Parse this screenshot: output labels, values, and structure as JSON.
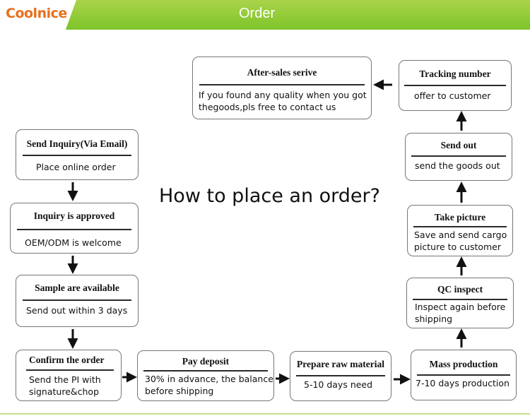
{
  "header": {
    "logo": "Coolnice",
    "title": "Order"
  },
  "headline": "How to place an order?",
  "steps": {
    "inquiry": {
      "title": "Send Inquiry(Via Email)",
      "line1": "Place online order"
    },
    "approved": {
      "title": "Inquiry is approved",
      "line1": "OEM/ODM is welcome"
    },
    "sample": {
      "title": "Sample are available",
      "line1": "Send out within 3 days"
    },
    "confirm": {
      "title": "Confirm the order",
      "line1": "Send the PI with",
      "line2": "signature&chop"
    },
    "deposit": {
      "title": "Pay deposit",
      "line1": "30% in advance, the balance",
      "line2": "before shipping"
    },
    "raw": {
      "title": "Prepare raw material",
      "line1": "5-10 days need"
    },
    "mass": {
      "title": "Mass production",
      "line1": "7-10 days production"
    },
    "qc": {
      "title": "QC inspect",
      "line1": "Inspect again before",
      "line2": "shipping"
    },
    "picture": {
      "title": "Take picture",
      "line1": "Save and send  cargo",
      "line2": "picture to customer"
    },
    "sendout": {
      "title": "Send out",
      "line1": "send the goods out"
    },
    "tracking": {
      "title": "Tracking number",
      "line1": "offer to customer"
    },
    "aftersales": {
      "title": "After-sales serive",
      "line1": "If you found any quality when you got",
      "line2": "thegoods,pls free to contact us"
    }
  },
  "colors": {
    "header_green": "#8cc63f",
    "logo_orange": "#e8701c",
    "box_border": "#777777"
  }
}
